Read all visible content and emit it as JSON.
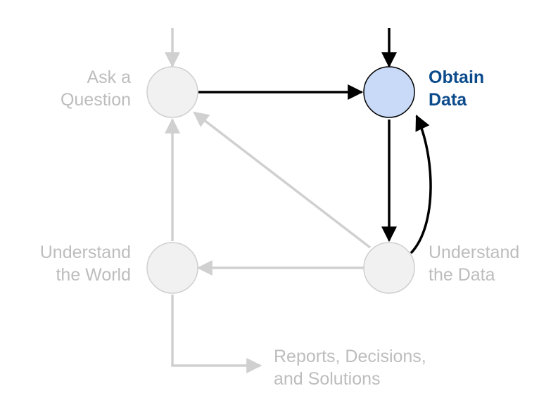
{
  "nodes": {
    "ask_question": {
      "line1": "Ask a",
      "line2": "Question"
    },
    "obtain_data": {
      "line1": "Obtain",
      "line2": "Data"
    },
    "understand_world": {
      "line1": "Understand",
      "line2": "the World"
    },
    "understand_data": {
      "line1": "Understand",
      "line2": "the Data"
    }
  },
  "output": {
    "line1": "Reports, Decisions,",
    "line2": "and Solutions"
  },
  "colors": {
    "active_node_fill": "#c9daf8",
    "active_label": "#0b4a8b",
    "inactive_node_fill": "#f1f1f1",
    "inactive_stroke": "#cfcfcf",
    "inactive_text": "#bdbdbd",
    "active_arrow": "#000000"
  }
}
